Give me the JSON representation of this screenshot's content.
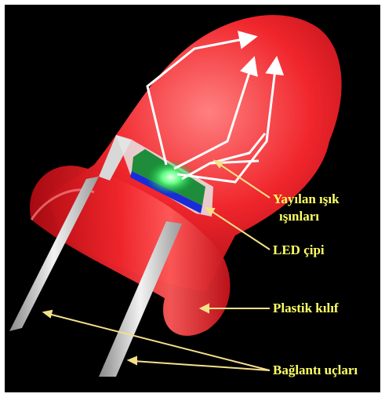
{
  "diagram": {
    "labels": {
      "emitted_light_line1": "Yayılan ışık",
      "emitted_light_line2": "ışınları",
      "led_chip": "LED çipi",
      "plastic_case": "Plastik kılıf",
      "leads": "Bağlantı uçları"
    },
    "colors": {
      "background": "#000000",
      "led_body": "#e8141c",
      "chip_glow": "#22cc44",
      "label_text": "#ffff66",
      "pointer": "#f5e08a",
      "light_rays": "#ffffff"
    }
  }
}
